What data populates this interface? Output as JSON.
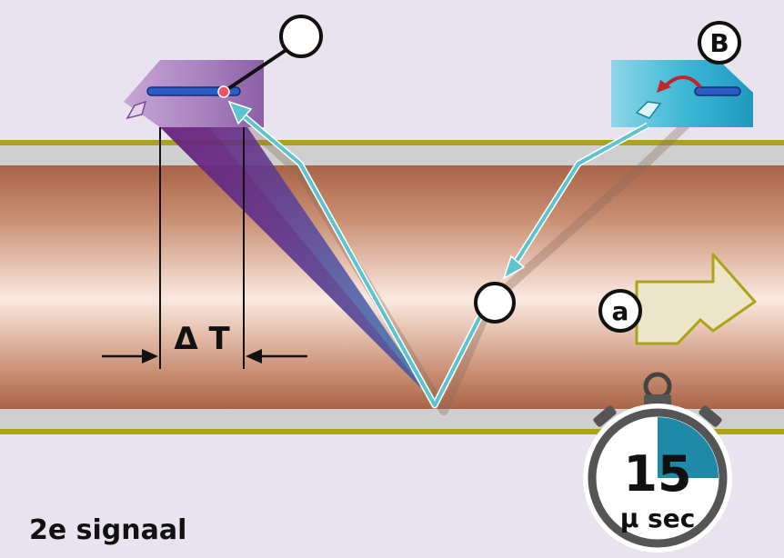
{
  "labels": {
    "delta_t": "Δ T",
    "marker_b": "B",
    "marker_a": "a",
    "caption": "2e signaal"
  },
  "timer": {
    "value": "15",
    "unit": "μ sec",
    "elapsed_fraction": 0.25
  },
  "colors": {
    "background": "#e9e2ef",
    "pipe_wall_edge": "#a9a516",
    "pipe_wall": "#cfcfcf",
    "pipe_fluid_dark": "#b06e4e",
    "pipe_fluid_light": "#fbe6dc",
    "receiver_transducer": "#b48cc6",
    "sender_transducer": "#2bb3d1",
    "signal_path": "#5cc4cf",
    "flow_arrow": "#ece5c9",
    "reverse_arrow": "#c0272d",
    "timer_dial": "#1f8aa8"
  }
}
